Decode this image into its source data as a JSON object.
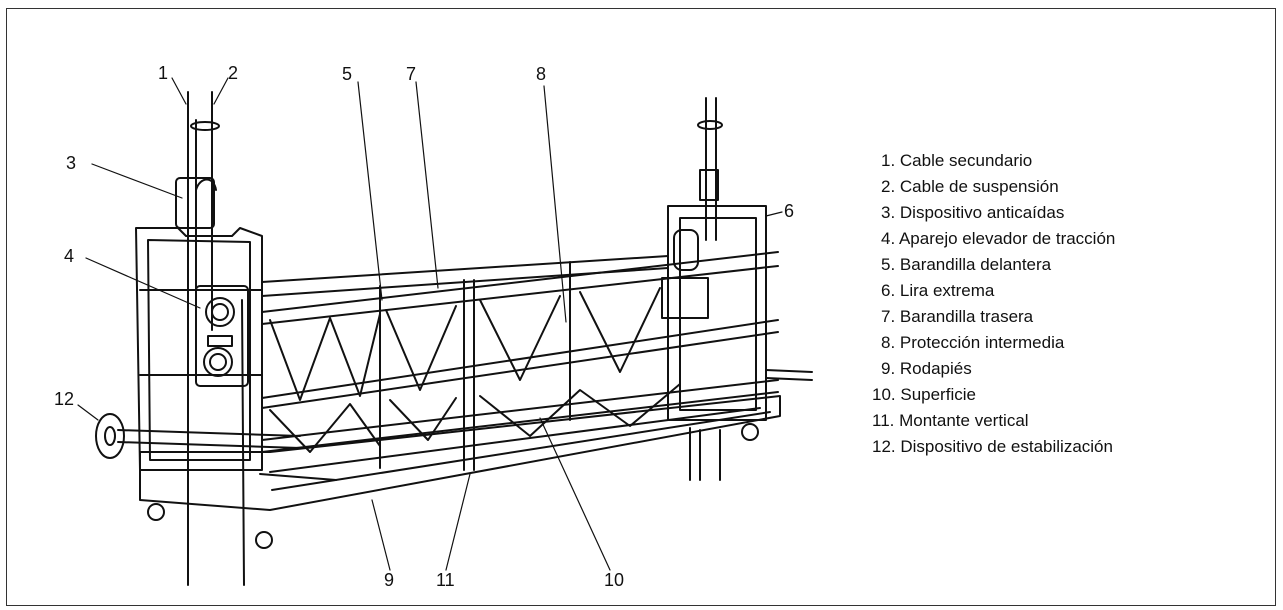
{
  "callouts": [
    "1",
    "2",
    "3",
    "4",
    "5",
    "6",
    "7",
    "8",
    "9",
    "10",
    "11",
    "12"
  ],
  "legend": [
    "1. Cable secundario",
    "2. Cable de suspensión",
    "3. Dispositivo anticaídas",
    "4. Aparejo elevador de tracción",
    "5. Barandilla delantera",
    "6. Lira extrema",
    "7. Barandilla trasera",
    "8. Protección intermedia",
    "9. Rodapiés",
    "10. Superficie",
    "11. Montante vertical",
    "12. Dispositivo de estabilización"
  ]
}
